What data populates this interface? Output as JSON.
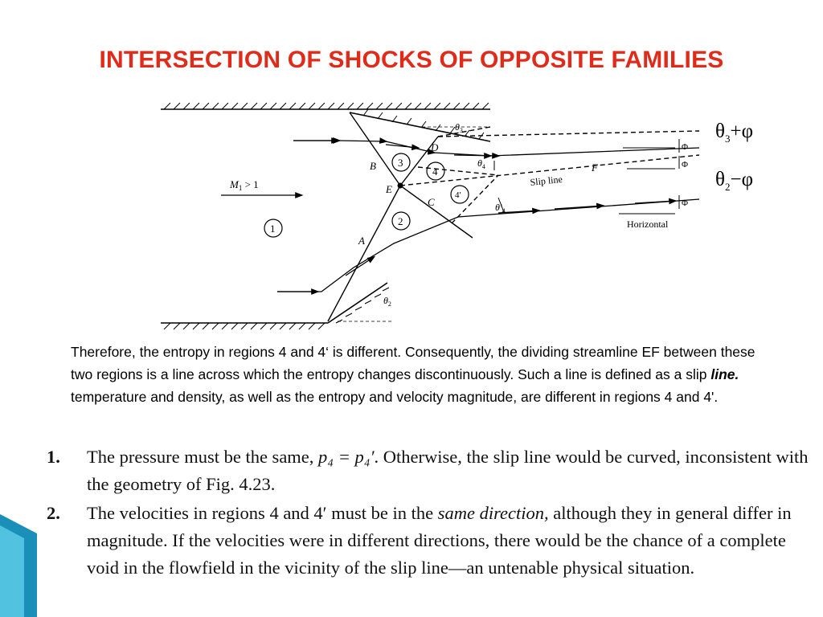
{
  "title": "INTERSECTION OF SHOCKS OF OPPOSITE FAMILIES",
  "formulas": {
    "f1": {
      "theta": "θ",
      "sub": "3",
      "op": "+",
      "phi": "φ"
    },
    "f2": {
      "theta": "θ",
      "sub": "2",
      "op": "−",
      "phi": "φ"
    }
  },
  "diagram": {
    "mach_label": "M",
    "mach_sub": "1",
    "mach_rest": " > 1",
    "slip_line": "Slip line",
    "horizontal": "Horizontal",
    "points": {
      "A": "A",
      "B": "B",
      "C": "C",
      "D": "D",
      "E": "E",
      "F": "F"
    },
    "regions": {
      "r1": "1",
      "r2": "2",
      "r3": "3",
      "r4": "4",
      "r4p": "4′"
    },
    "angles": {
      "theta3": "θ",
      "theta3_sub": "3",
      "theta4": "θ",
      "theta4_sub": "4",
      "theta4p": "θ′",
      "theta4p_sub": "4",
      "theta2": "θ",
      "theta2_sub": "2",
      "phi": "Φ"
    }
  },
  "paragraph": {
    "part1": "Therefore, the entropy in regions 4 and 4‘ is different. Consequently, the dividing streamline EF between these two regions is a line across which the entropy changes discontinuously. Such a line is defined as a slip ",
    "emph": "line.",
    "part2": " temperature and density, as well as the entropy and velocity magnitude, are different in regions 4 and 4'."
  },
  "list": [
    {
      "num": "1.",
      "a": "The pressure must be the same, ",
      "eq": "p₄ = p₄′",
      "b": ". Otherwise, the slip line would be curved, inconsistent with the geometry of Fig. 4.23."
    },
    {
      "num": "2.",
      "a": "The velocities in regions 4 and 4′ must be in the ",
      "it": "same direction,",
      "b": " although they in general differ in magnitude. If the velocities were in different directions, there would be the chance of a complete void in the flowfield in the vicinity of the slip line—an untenable physical situation."
    }
  ],
  "colors": {
    "title": "#e02a1a",
    "corner_dark": "#1a8fb8",
    "corner_light": "#5ccbe6"
  }
}
